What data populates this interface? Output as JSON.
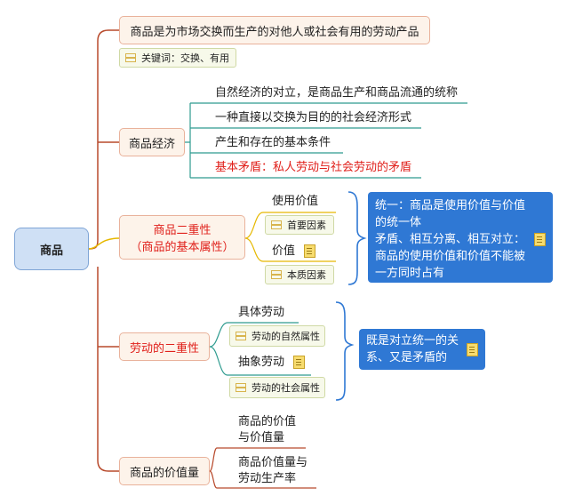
{
  "root": "商品",
  "branch1": {
    "title": "商品是为市场交换而生产的对他人或社会有用的劳动产品",
    "note": "关键词：交换、有用"
  },
  "branch2": {
    "title": "商品经济",
    "items": [
      "自然经济的对立，是商品生产和商品流通的统称",
      "一种直接以交换为目的的社会经济形式",
      "产生和存在的基本条件",
      "基本矛盾：私人劳动与社会劳动的矛盾"
    ]
  },
  "branch3": {
    "title_line1": "商品二重性",
    "title_line2": "（商品的基本属性）",
    "use_value": "使用价值",
    "use_value_note": "首要因素",
    "value": "价值",
    "value_note": "本质因素",
    "summary": "统一：商品是使用价值与价值的统一体\n矛盾、相互分离、相互对立：商品的使用价值和价值不能被一方同时占有"
  },
  "branch4": {
    "title": "劳动的二重性",
    "concrete": "具体劳动",
    "concrete_note": "劳动的自然属性",
    "abstract": "抽象劳动",
    "abstract_note": "劳动的社会属性",
    "summary": "既是对立统一的关系、又是矛盾的"
  },
  "branch5": {
    "title": "商品的价值量",
    "item1_line1": "商品的价值",
    "item1_line2": "与价值量",
    "item2_line1": "商品价值量与",
    "item2_line2": "劳动生产率"
  },
  "colors": {
    "branch_line": "#b84a2c",
    "sub_line": "#2e9b8f",
    "yellow_line": "#e6b800",
    "brace": "#2f78d4",
    "callout": "#2f78d4",
    "highlight_text": "#e0201b"
  }
}
